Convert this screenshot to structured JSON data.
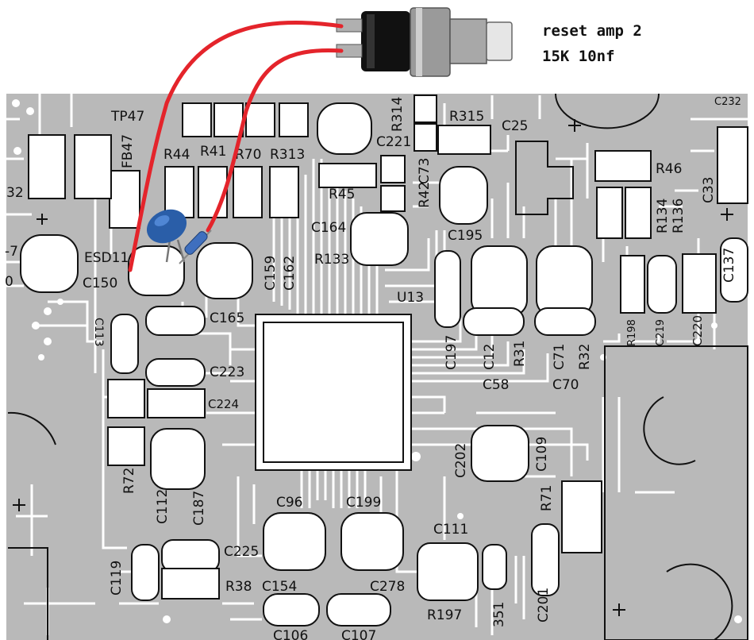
{
  "annotation": {
    "line1": "reset amp 2",
    "line2": "15K 10nf"
  },
  "colors": {
    "board": "#b9b9b9",
    "trace": "#ffffff",
    "wire": "#e4242b",
    "capacitor": "#2a5ea8",
    "button_body": "#111111",
    "button_metal": "#9a9a9a"
  },
  "labels": [
    {
      "name": "tp47",
      "text": "TP47"
    },
    {
      "name": "fb47",
      "text": "FB47"
    },
    {
      "name": "r44",
      "text": "R44"
    },
    {
      "name": "r41",
      "text": "R41"
    },
    {
      "name": "r70",
      "text": "R70"
    },
    {
      "name": "r313",
      "text": "R313"
    },
    {
      "name": "r314",
      "text": "R314"
    },
    {
      "name": "c221",
      "text": "C221"
    },
    {
      "name": "r315",
      "text": "R315"
    },
    {
      "name": "c25",
      "text": "C25"
    },
    {
      "name": "c232",
      "text": "C232"
    },
    {
      "name": "r46",
      "text": "R46"
    },
    {
      "name": "c33",
      "text": "C33"
    },
    {
      "name": "r134",
      "text": "R134"
    },
    {
      "name": "r136",
      "text": "R136"
    },
    {
      "name": "c73",
      "text": "C73"
    },
    {
      "name": "r42",
      "text": "R42"
    },
    {
      "name": "r45",
      "text": "R45"
    },
    {
      "name": "c164",
      "text": "C164"
    },
    {
      "name": "c195",
      "text": "C195"
    },
    {
      "name": "r133",
      "text": "R133"
    },
    {
      "name": "c159",
      "text": "C159"
    },
    {
      "name": "c162",
      "text": "C162"
    },
    {
      "name": "esd11",
      "text": "ESD11"
    },
    {
      "name": "c150",
      "text": "C150"
    },
    {
      "name": "n32",
      "text": "32"
    },
    {
      "name": "n7",
      "text": "-7"
    },
    {
      "name": "n0",
      "text": "0"
    },
    {
      "name": "c137",
      "text": "C137"
    },
    {
      "name": "u13",
      "text": "U13"
    },
    {
      "name": "c165",
      "text": "C165"
    },
    {
      "name": "c113",
      "text": "C113"
    },
    {
      "name": "c223",
      "text": "C223"
    },
    {
      "name": "c224",
      "text": "C224"
    },
    {
      "name": "c197",
      "text": "C197"
    },
    {
      "name": "c12",
      "text": "C12"
    },
    {
      "name": "r31",
      "text": "R31"
    },
    {
      "name": "c71",
      "text": "C71"
    },
    {
      "name": "r32",
      "text": "R32"
    },
    {
      "name": "c58",
      "text": "C58"
    },
    {
      "name": "c70",
      "text": "C70"
    },
    {
      "name": "r198",
      "text": "R198"
    },
    {
      "name": "c219",
      "text": "C219"
    },
    {
      "name": "c220",
      "text": "C220"
    },
    {
      "name": "r72",
      "text": "R72"
    },
    {
      "name": "c112",
      "text": "C112"
    },
    {
      "name": "c187",
      "text": "C187"
    },
    {
      "name": "c202",
      "text": "C202"
    },
    {
      "name": "c109",
      "text": "C109"
    },
    {
      "name": "r71",
      "text": "R71"
    },
    {
      "name": "c96",
      "text": "C96"
    },
    {
      "name": "c199",
      "text": "C199"
    },
    {
      "name": "c111",
      "text": "C111"
    },
    {
      "name": "c225",
      "text": "C225"
    },
    {
      "name": "c119",
      "text": "C119"
    },
    {
      "name": "r38",
      "text": "R38"
    },
    {
      "name": "c154",
      "text": "C154"
    },
    {
      "name": "c278",
      "text": "C278"
    },
    {
      "name": "r197",
      "text": "R197"
    },
    {
      "name": "c201",
      "text": "C201"
    },
    {
      "name": "n351",
      "text": "351"
    },
    {
      "name": "c106",
      "text": "C106"
    },
    {
      "name": "c107",
      "text": "C107"
    }
  ]
}
